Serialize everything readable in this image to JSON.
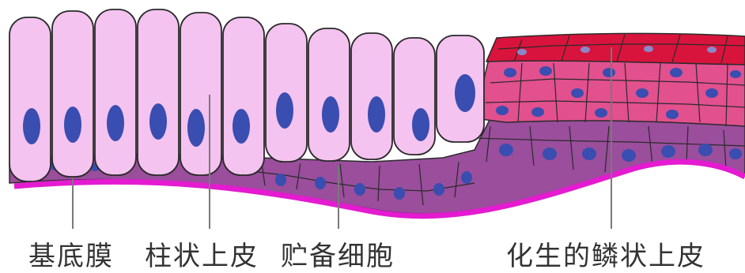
{
  "labels": {
    "basement_membrane": "基底膜",
    "columnar_epithelium": "柱状上皮",
    "reserve_cells": "贮备细胞",
    "metaplastic_squamous_epithelium": "化生的鳞状上皮"
  },
  "colors": {
    "columnar_cell": "#f4c3ef",
    "nucleus": "#3a4db0",
    "reserve_layer": "#9a4e9c",
    "squamous_mid": "#e2508e",
    "squamous_top": "#d8143c",
    "basement_membrane": "#e41bd0",
    "outline": "#2a2a2a",
    "pointer_line": "#7a7a7a"
  },
  "icons": {
    "nucleus": "oval-nucleus",
    "cell": "rounded-column-cell"
  }
}
